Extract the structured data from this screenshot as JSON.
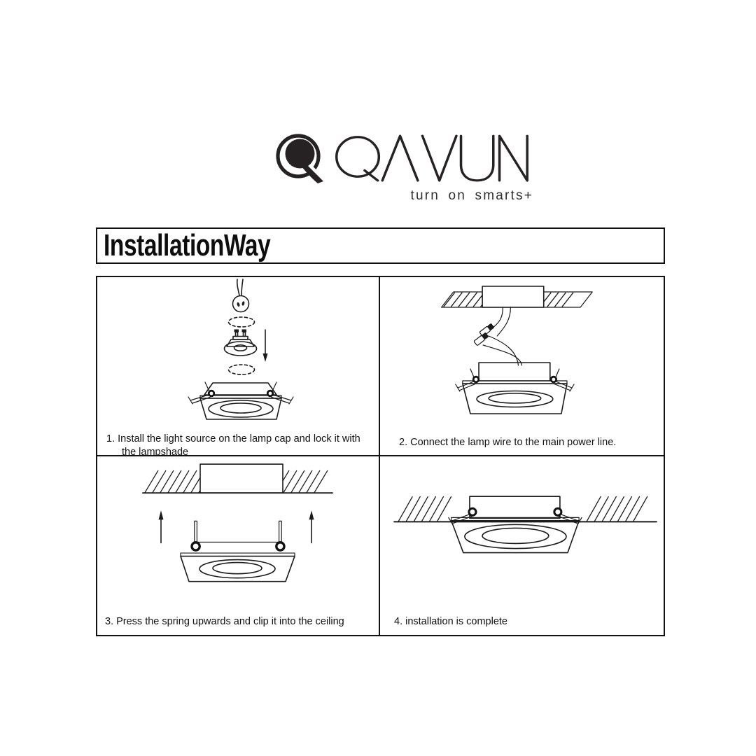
{
  "brand": {
    "name": "QAVUN",
    "tagline": "turn on smarts+",
    "logo_color": "#262223"
  },
  "title": "InstallationWay",
  "steps": [
    {
      "number": "1",
      "caption_line1": "1. Install the light source on the lamp cap and lock it with",
      "caption_line2": "the lampshade",
      "diagram": "exploded-view-wire-lamp-cap-ring-bulb-fixture"
    },
    {
      "number": "2",
      "caption_line1": "2. Connect the lamp wire to the main power line.",
      "caption_line2": "",
      "diagram": "ceiling-junction-box-wire-connectors-fixture"
    },
    {
      "number": "3",
      "caption_line1": "3. Press the spring upwards and clip it into the ceiling",
      "caption_line2": "",
      "diagram": "fixture-springs-up-arrows-ceiling-opening"
    },
    {
      "number": "4",
      "caption_line1": "4. installation is complete",
      "caption_line2": "",
      "diagram": "fixture-flush-mounted-in-ceiling"
    }
  ],
  "colors": {
    "ink": "#1b1b1b",
    "background": "#ffffff"
  }
}
